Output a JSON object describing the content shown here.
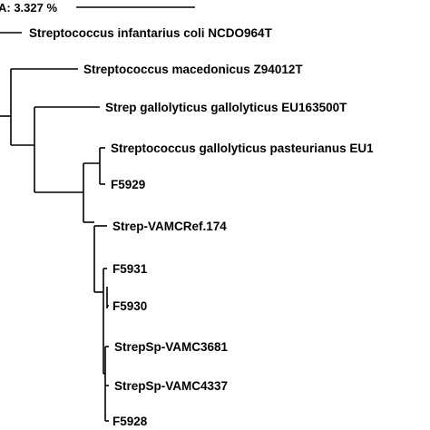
{
  "scale": {
    "label": "A: 3.327 %"
  },
  "tree": {
    "leaves": [
      {
        "id": "infantarius",
        "label": "Streptococcus infantarius coli NCDO964T"
      },
      {
        "id": "macedonicus",
        "label": "Streptococcus macedonicus Z94012T"
      },
      {
        "id": "gallolyticus",
        "label": "Strep gallolyticus gallolyticus EU163500T"
      },
      {
        "id": "pasteurianus",
        "label": "Streptococcus gallolyticus pasteurianus EU1"
      },
      {
        "id": "f5929",
        "label": "F5929"
      },
      {
        "id": "vamcref174",
        "label": "Strep-VAMCRef.174"
      },
      {
        "id": "f5931",
        "label": "F5931"
      },
      {
        "id": "f5930",
        "label": "F5930"
      },
      {
        "id": "vamc3681",
        "label": "StrepSp-VAMC3681"
      },
      {
        "id": "vamc4337",
        "label": "StrepSp-VAMC4337"
      },
      {
        "id": "f5928",
        "label": "F5928"
      }
    ]
  }
}
